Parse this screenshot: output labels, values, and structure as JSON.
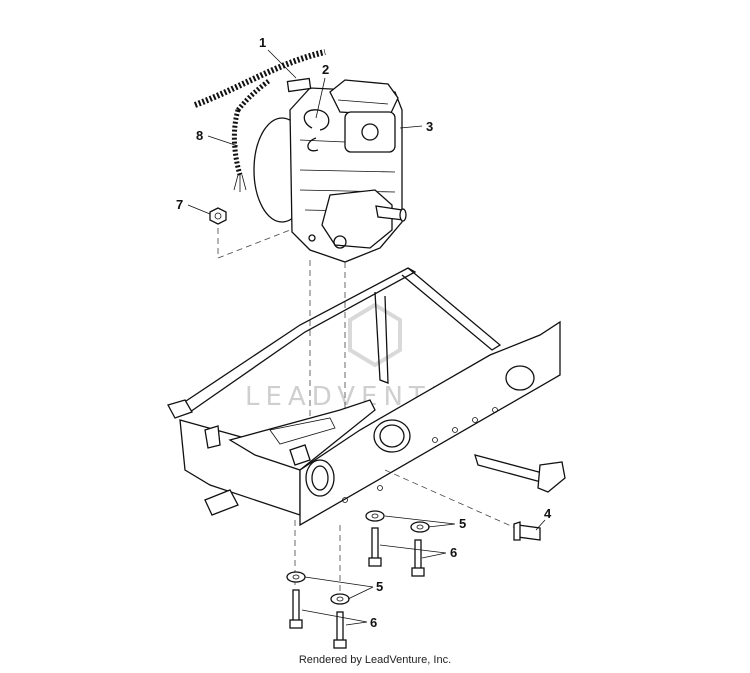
{
  "callouts": [
    "1",
    "2",
    "3",
    "4",
    "5",
    "5",
    "6",
    "6",
    "7",
    "8"
  ],
  "watermark": "LEADVENTURE",
  "caption": "Rendered by LeadVenture, Inc."
}
